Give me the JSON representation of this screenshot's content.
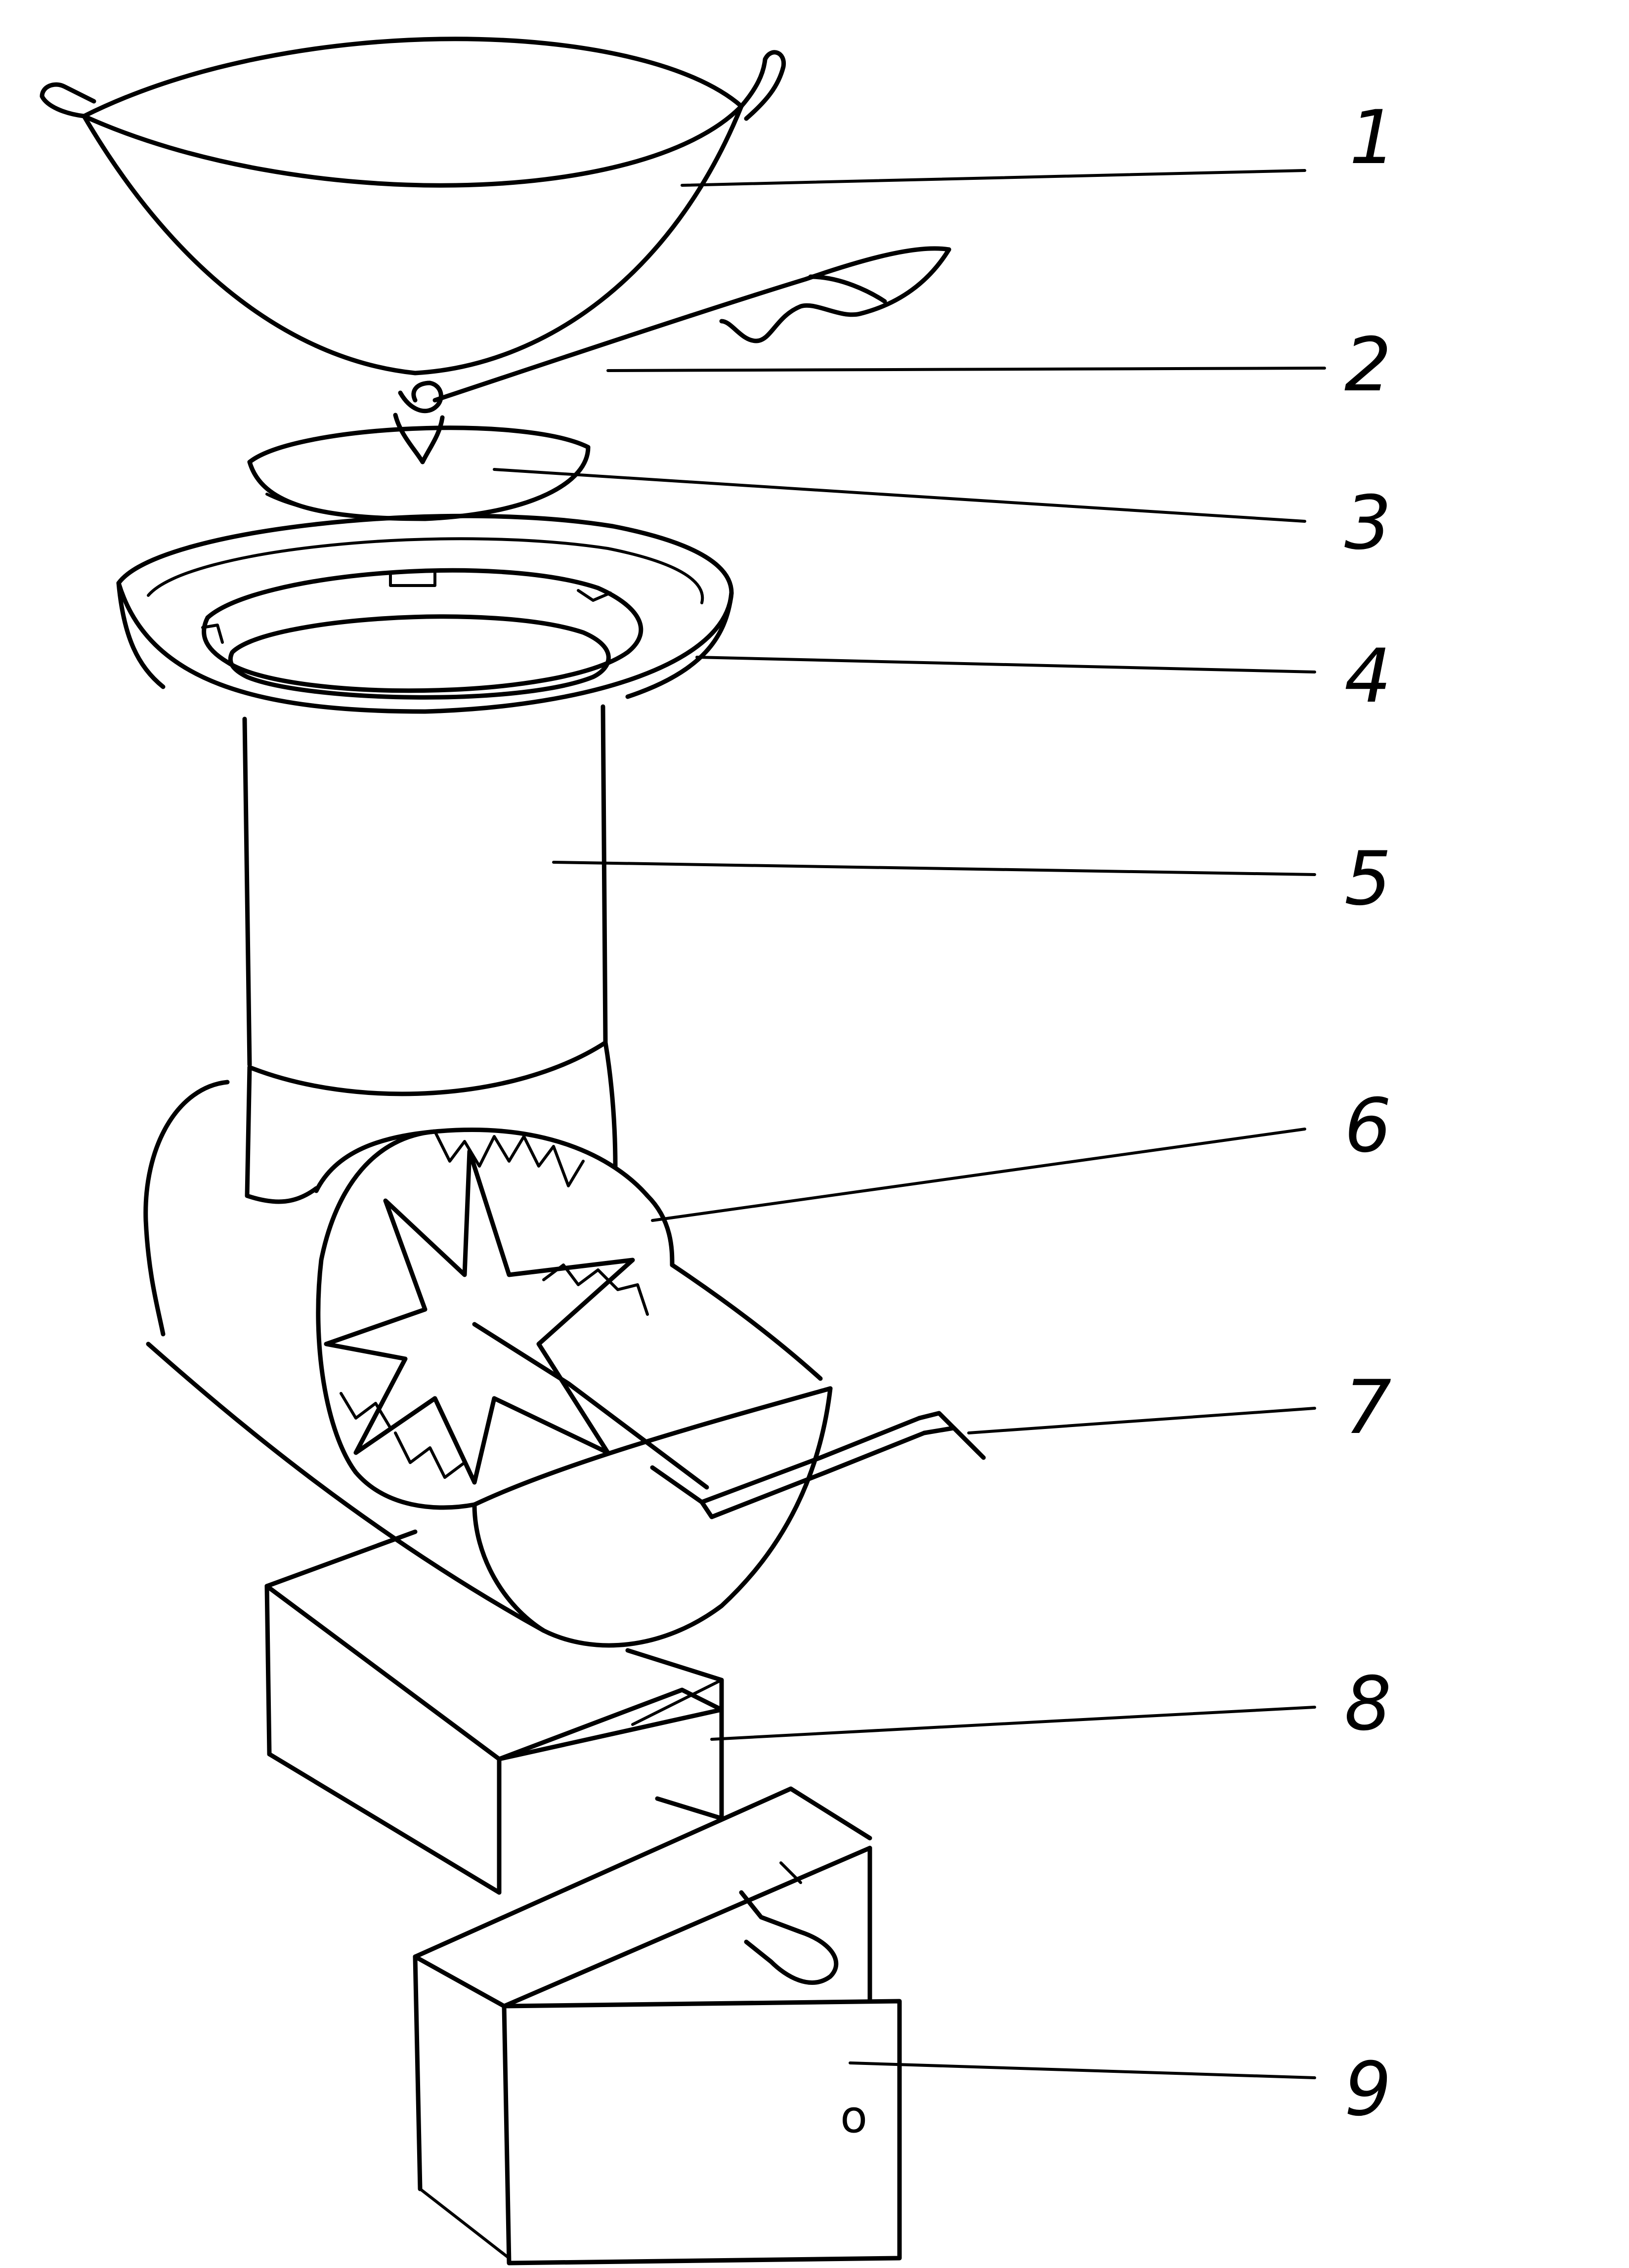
{
  "colors": {
    "ink": "#000000",
    "paper": "#ffffff"
  },
  "labels": [
    {
      "id": "part-1",
      "text": "1"
    },
    {
      "id": "part-2",
      "text": "2"
    },
    {
      "id": "part-3",
      "text": "3"
    },
    {
      "id": "part-4",
      "text": "4"
    },
    {
      "id": "part-5",
      "text": "5"
    },
    {
      "id": "part-6",
      "text": "6"
    },
    {
      "id": "part-7",
      "text": "7"
    },
    {
      "id": "part-8",
      "text": "8"
    },
    {
      "id": "part-9",
      "text": "9"
    }
  ],
  "box_mark": "o"
}
